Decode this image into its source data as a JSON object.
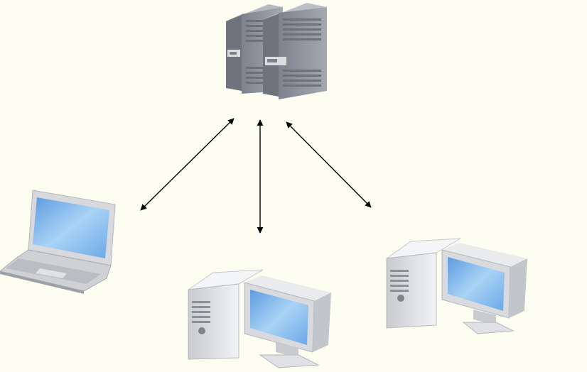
{
  "diagram": {
    "nodes": [
      {
        "id": "server",
        "icon": "server-rack-icon"
      },
      {
        "id": "laptop",
        "icon": "laptop-icon"
      },
      {
        "id": "desktop-center",
        "icon": "desktop-computer-icon"
      },
      {
        "id": "desktop-right",
        "icon": "desktop-computer-icon"
      }
    ],
    "edges": [
      {
        "from": "server",
        "to": "laptop",
        "direction": "bidirectional"
      },
      {
        "from": "server",
        "to": "desktop-center",
        "direction": "bidirectional"
      },
      {
        "from": "server",
        "to": "desktop-right",
        "direction": "bidirectional"
      }
    ],
    "colors": {
      "background": "#fdfdf1",
      "server_body": "#8e939f",
      "screen": "#8ec1f0",
      "case": "#e6e7e9",
      "arrow": "#000000"
    }
  }
}
